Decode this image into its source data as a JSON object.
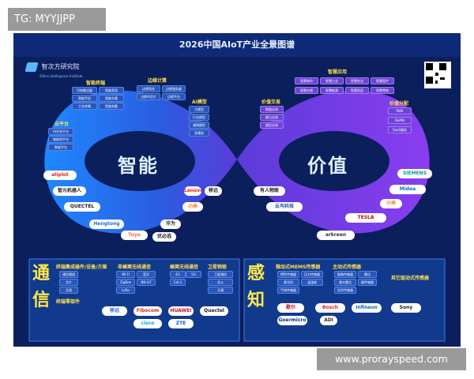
{
  "watermark_top": "TG: MYYJJPP",
  "watermark_bottom": "www.prorayspeed.com",
  "poster": {
    "title": "2026中国AIoT产业全景图谱",
    "brand": "智次方研究院",
    "brand_sub": "Zillion Intelligence Institute",
    "left_big": "智能",
    "right_big": "价值",
    "left_sections": {
      "smart_terminal": "智能终端",
      "edge_compute": "边缘计算",
      "ai_model": "AI模型",
      "cloud_platform": "云平台"
    },
    "left_chips": {
      "terminal": [
        "可穿戴设备",
        "智能家居",
        "智能手机",
        "智能车载",
        "工业终端",
        "智能穿戴"
      ],
      "edge": [
        "边缘网关",
        "边缘服务器",
        "边缘AI芯片",
        "边缘平台"
      ],
      "ai": [
        "大模型",
        "行业模型",
        "端侧模型",
        "多模态"
      ],
      "cloud": [
        "AI开发平台",
        "物联网平台",
        "数据平台"
      ]
    },
    "left_logos": [
      "aliplot",
      "智元机器人",
      "QUECTEL",
      "Hengtong",
      "Lenovo",
      "移远",
      "华为",
      "小米",
      "Tuya",
      "优必选"
    ],
    "right_sections": {
      "apps": "智慧应用",
      "trade": "价值交易",
      "distribution": "价值分配"
    },
    "right_chips": {
      "apps": [
        "智慧城市",
        "智慧工业",
        "智慧农业",
        "智慧医疗",
        "智慧交通",
        "智慧能源",
        "智慧家居",
        "智慧零售"
      ],
      "trade": [
        "数据交易",
        "算力交易",
        "模型交易"
      ],
      "dist": [
        "RWA",
        "DePIN",
        "SaaS服务"
      ]
    },
    "right_logos": [
      "SIEMENS",
      "Midea",
      "有人物联",
      "云鸟科技",
      "TESLA",
      "arkreen",
      "小米"
    ],
    "comm_big": [
      "通",
      "信"
    ],
    "comm_sections": {
      "terminal_module": "终端集成器件/设备/方案",
      "short_range": "非蜂窝无线通信",
      "cellular": "蜂窝无线通信",
      "satellite": "卫星物联",
      "parts": "终端零部件"
    },
    "comm_chips": [
      "通信模组",
      "芯片",
      "天线",
      "Wi-Fi",
      "蓝牙",
      "ZigBee",
      "LoRa",
      "NB-IoT",
      "4G",
      "5G",
      "Cat.1",
      "卫星通信",
      "北斗",
      "天通"
    ],
    "comm_logos": [
      "移远",
      "Fibocom",
      "HUAWEI",
      "Quectel",
      "cisco",
      "ZTE"
    ],
    "sense_big": [
      "感",
      "知"
    ],
    "sense_sections": {
      "mems": "微动式MEMS传感器",
      "main": "主动式传感器",
      "other": "其它驱动式传感器"
    },
    "sense_chips": [
      "惯性传感器",
      "压力传感器",
      "麦克风",
      "温湿度",
      "气体传感器",
      "图像传感器",
      "雷达",
      "激光雷达",
      "光学传感器",
      "磁传感器"
    ],
    "sense_logos": [
      "歌尔",
      "Goermicro",
      "Infineon",
      "ADI",
      "Bosch",
      "Sony"
    ]
  }
}
